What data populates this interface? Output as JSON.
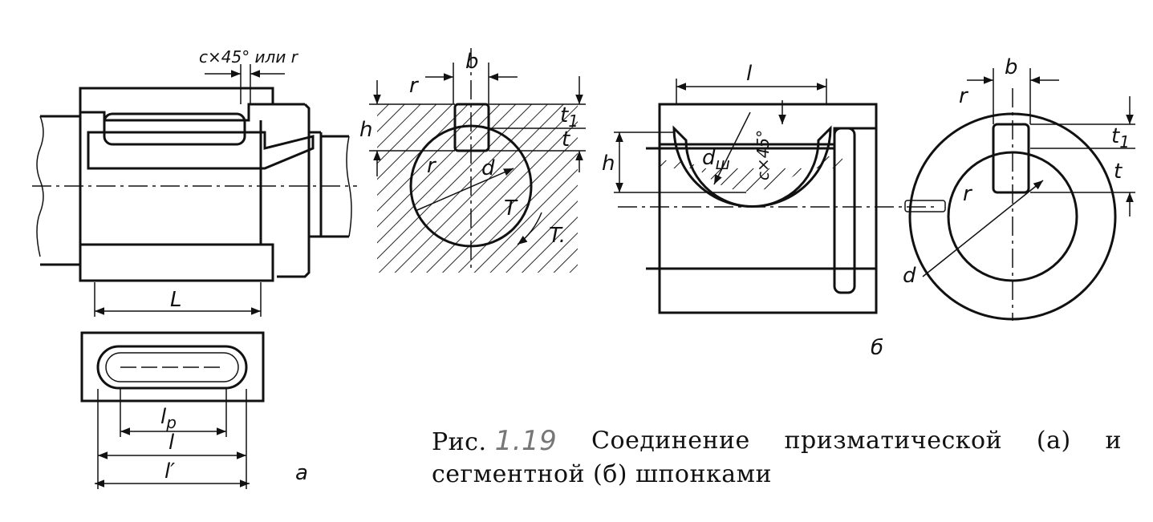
{
  "figure": {
    "labels": {
      "chamfer": "c×45° или r",
      "a_b": "b",
      "a_r": "r",
      "a_h": "h",
      "a_t1": "t",
      "a_t1_sub": "1",
      "a_t": "t",
      "a_r2": "r",
      "a_d": "d",
      "a_T1": "T",
      "a_T2": "T.",
      "a_L": "L",
      "a_lp": "l",
      "a_lp_sub": "p",
      "a_l": "l",
      "a_lprime": "l′",
      "part_a": "а",
      "b_l": "l",
      "b_h": "h",
      "b_dsh": "d",
      "b_dsh_sub": "ш",
      "b_c45": "c×45°",
      "part_b": "б",
      "b_b": "b",
      "b_r": "r",
      "b_t1": "t",
      "b_t1_sub": "1",
      "b_t": "t",
      "b_r2": "r",
      "b_d": "d"
    }
  },
  "caption": {
    "prefix": "Рис.",
    "number": "1.19",
    "line1_words": [
      "Соединение",
      "призматической",
      "(а)",
      "и"
    ],
    "line2": "сегментной (б) шпонками"
  }
}
